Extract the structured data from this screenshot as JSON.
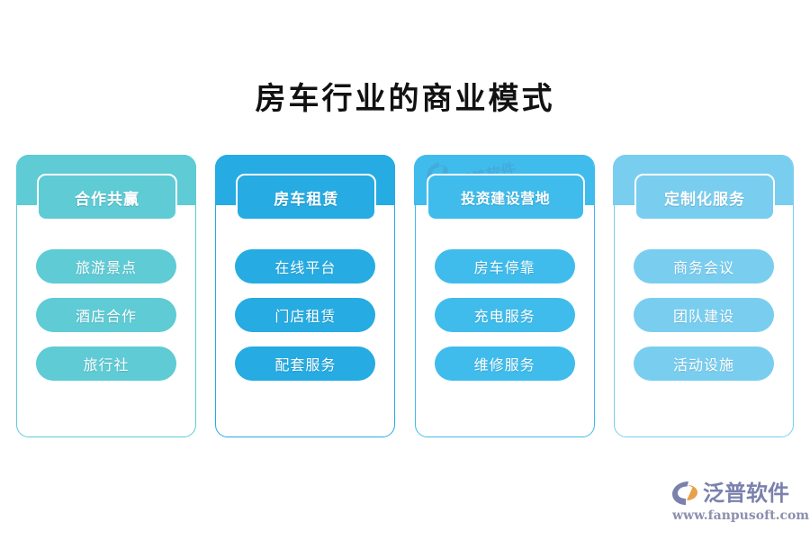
{
  "page": {
    "title": "房车行业的商业模式",
    "background_color": "#ffffff"
  },
  "columns": [
    {
      "header": "合作共赢",
      "color": "#5ecbd5",
      "items": [
        "旅游景点",
        "酒店合作",
        "旅行社"
      ]
    },
    {
      "header": "房车租赁",
      "color": "#26abe2",
      "items": [
        "在线平台",
        "门店租赁",
        "配套服务"
      ]
    },
    {
      "header": "投资建设营地",
      "color": "#3fbcec",
      "items": [
        "房车停靠",
        "充电服务",
        "维修服务"
      ]
    },
    {
      "header": "定制化服务",
      "color": "#79cef0",
      "items": [
        "商务会议",
        "团队建设",
        "活动设施"
      ]
    }
  ],
  "watermark": {
    "name": "泛普软件",
    "url": "www.fanpusoft.com"
  },
  "brand": {
    "name": "泛普软件",
    "url": "www.fanpusoft.com",
    "name_color": "#7b81ad",
    "accent_color": "#e8a04a"
  }
}
